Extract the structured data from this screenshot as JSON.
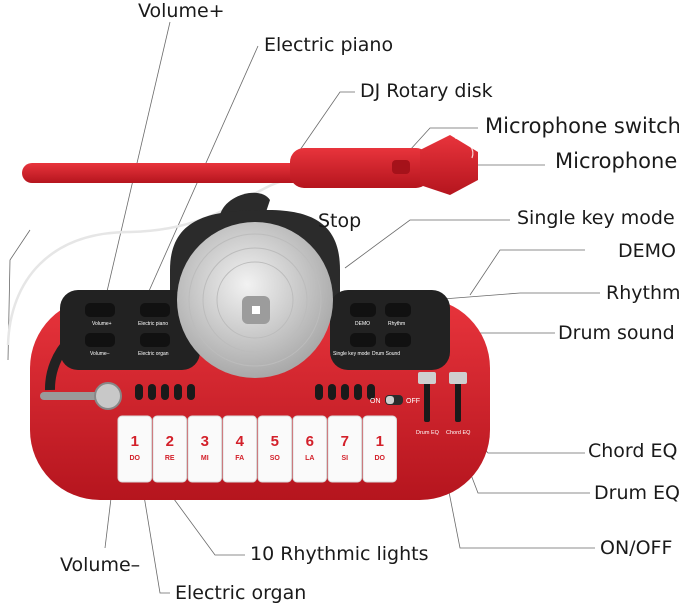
{
  "callouts": {
    "volume_plus": "Volume+",
    "electric_piano": "Electric piano",
    "dj_rotary_disk": "DJ Rotary disk",
    "microphone_switch": "Microphone switch",
    "microphone": "Microphone",
    "stop": "Stop",
    "single_key_mode": "Single key mode",
    "demo": "DEMO",
    "rhythm": "Rhythm",
    "drum_sound": "Drum sound",
    "chord_eq": "Chord EQ",
    "drum_eq": "Drum EQ",
    "on_off": "ON/OFF",
    "volume_minus": "Volume–",
    "rhythmic_lights": "10 Rhythmic lights",
    "electric_organ": "Electric organ"
  },
  "toy_labels": {
    "volume_plus": "Volume+",
    "electric_piano": "Electric piano",
    "volume_minus": "Volume–",
    "electric_organ": "Electric organ",
    "demo": "DEMO",
    "rhythm": "Rhythm",
    "single_key_mode": "Single key mode",
    "drum_sound": "Drum Sound",
    "on": "ON",
    "off": "OFF",
    "drum_eq": "Drum EQ",
    "chord_eq": "Chord EQ"
  },
  "keys": [
    {
      "number": "1",
      "name": "DO"
    },
    {
      "number": "2",
      "name": "RE"
    },
    {
      "number": "3",
      "name": "MI"
    },
    {
      "number": "4",
      "name": "FA"
    },
    {
      "number": "5",
      "name": "SO"
    },
    {
      "number": "6",
      "name": "LA"
    },
    {
      "number": "7",
      "name": "SI"
    },
    {
      "number": "1",
      "name": "DO"
    }
  ],
  "colors": {
    "body_red": "#d3202a",
    "dark": "#2b2b2b",
    "disk_gray": "#cfcfcf",
    "leader": "#555555"
  }
}
